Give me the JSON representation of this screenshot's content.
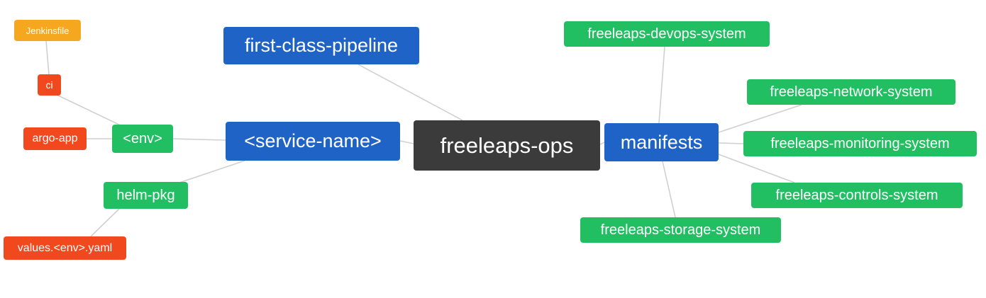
{
  "diagram_type": "mindmap",
  "palette": {
    "root": "#3b3b3b",
    "branch_blue": "#2063c6",
    "leaf_green": "#22bf62",
    "leaf_red": "#f1491d",
    "leaf_orange": "#f5a81f",
    "edge": "#d0d0d0",
    "node_text": "#ffffff",
    "background": "#ffffff"
  },
  "nodes": {
    "freeleaps_ops": {
      "label": "freeleaps-ops",
      "color": "#3b3b3b"
    },
    "first_class_pipeline": {
      "label": "first-class-pipeline",
      "color": "#2063c6"
    },
    "service_name": {
      "label": "<service-name>",
      "color": "#2063c6"
    },
    "manifests": {
      "label": "manifests",
      "color": "#2063c6"
    },
    "env": {
      "label": "<env>",
      "color": "#22bf62"
    },
    "helm_pkg": {
      "label": "helm-pkg",
      "color": "#22bf62"
    },
    "ci": {
      "label": "ci",
      "color": "#f1491d"
    },
    "argo_app": {
      "label": "argo-app",
      "color": "#f1491d"
    },
    "values_env_yaml": {
      "label": "values.<env>.yaml",
      "color": "#f1491d"
    },
    "jenkinsfile": {
      "label": "Jenkinsfile",
      "color": "#f5a81f"
    },
    "devops_system": {
      "label": "freeleaps-devops-system",
      "color": "#22bf62"
    },
    "network_system": {
      "label": "freeleaps-network-system",
      "color": "#22bf62"
    },
    "monitoring_system": {
      "label": "freeleaps-monitoring-system",
      "color": "#22bf62"
    },
    "controls_system": {
      "label": "freeleaps-controls-system",
      "color": "#22bf62"
    },
    "storage_system": {
      "label": "freeleaps-storage-system",
      "color": "#22bf62"
    }
  },
  "edges": [
    {
      "from": "jenkinsfile",
      "to": "ci"
    },
    {
      "from": "ci",
      "to": "env"
    },
    {
      "from": "argo_app",
      "to": "env"
    },
    {
      "from": "env",
      "to": "service_name"
    },
    {
      "from": "values_env_yaml",
      "to": "helm_pkg"
    },
    {
      "from": "helm_pkg",
      "to": "service_name"
    },
    {
      "from": "first_class_pipeline",
      "to": "freeleaps_ops"
    },
    {
      "from": "service_name",
      "to": "freeleaps_ops"
    },
    {
      "from": "freeleaps_ops",
      "to": "manifests"
    },
    {
      "from": "manifests",
      "to": "devops_system"
    },
    {
      "from": "manifests",
      "to": "network_system"
    },
    {
      "from": "manifests",
      "to": "monitoring_system"
    },
    {
      "from": "manifests",
      "to": "controls_system"
    },
    {
      "from": "manifests",
      "to": "storage_system"
    }
  ]
}
